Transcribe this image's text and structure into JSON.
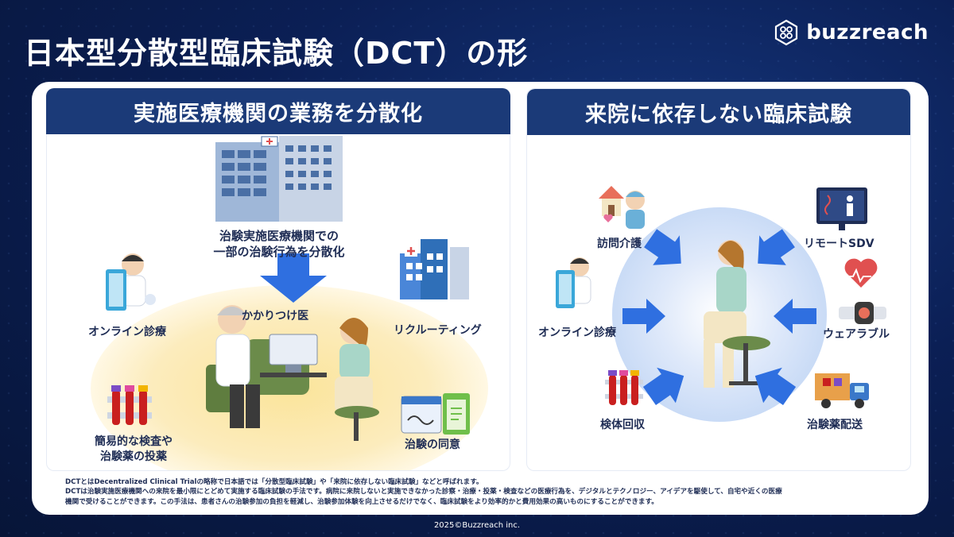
{
  "header": {
    "title": "日本型分散型臨床試験（DCT）の形",
    "logo_text": "buzzreach"
  },
  "left_panel": {
    "title": "実施医療機関の業務を分散化",
    "hospital_caption_line1": "治験実施医療機関での",
    "hospital_caption_line2": "一部の治験行為を分散化",
    "center_label": "かかりつけ医",
    "items": {
      "online": "オンライン診療",
      "recruiting": "リクルーティング",
      "simple_test_line1": "簡易的な検査や",
      "simple_test_line2": "治験薬の投薬",
      "consent": "治験の同意"
    }
  },
  "right_panel": {
    "title": "来院に依存しない臨床試験",
    "items": {
      "home_care": "訪問介護",
      "remote_sdv": "リモートSDV",
      "online": "オンライン診療",
      "wearable": "ウェアラブル",
      "sample": "検体回収",
      "drug_delivery": "治験薬配送"
    }
  },
  "footnote": {
    "line1": "DCTとはDecentralized Clinical Trialの略称で日本語では「分散型臨床試験」や「来院に依存しない臨床試験」などと呼ばれます。",
    "line2": "DCTは治験実施医療機関への来院を最小限にとどめて実施する臨床試験の手法です。病院に来院しないと実施できなかった診察・治療・投薬・検査などの医療行為を、デジタルとテクノロジー、アイデアを駆使して、自宅や近くの医療",
    "line3": "機関で受けることができます。この手法は、患者さんの治験参加の負担を軽減し、治験参加体験を向上させるだけでなく、臨床試験をより効率的かと費用効果の高いものにすることができます。"
  },
  "copyright": "2025©Buzzreach inc.",
  "colors": {
    "background": "#0b1f55",
    "header_bar": "#1b3a78",
    "arrow": "#2f6fe0",
    "glow": "#fbe7a6"
  }
}
